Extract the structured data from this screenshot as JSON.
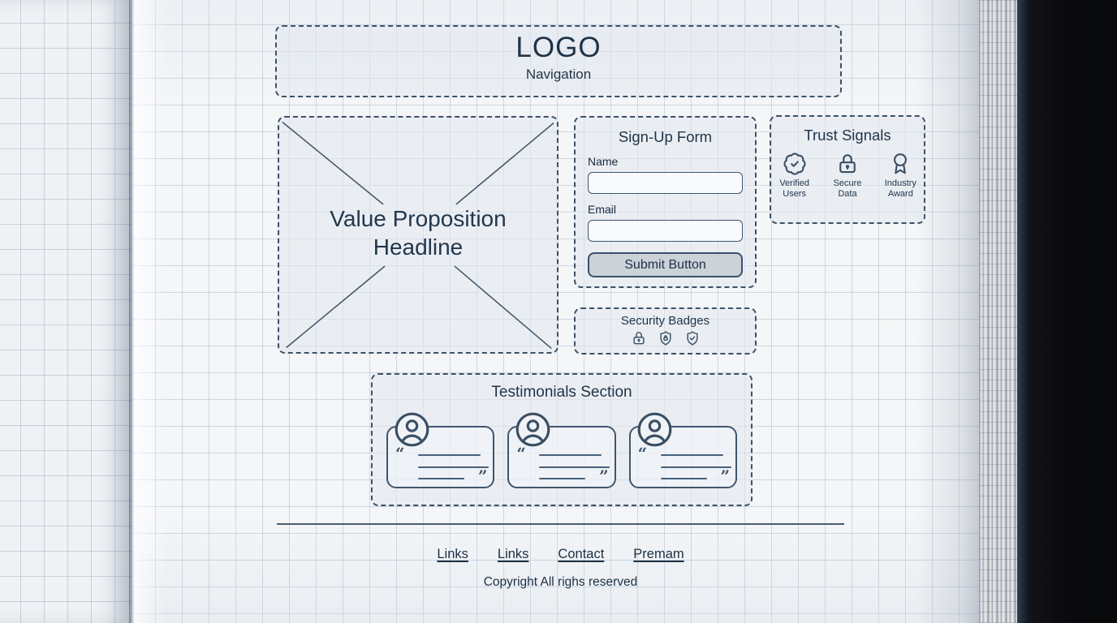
{
  "header": {
    "logo": "LOGO",
    "navigation": "Navigation"
  },
  "hero": {
    "headline": "Value Proposition Headline"
  },
  "signup": {
    "title": "Sign-Up Form",
    "fields": [
      {
        "label": "Name",
        "value": ""
      },
      {
        "label": "Email",
        "value": ""
      }
    ],
    "submit_label": "Submit Button"
  },
  "trust": {
    "title": "Trust Signals",
    "items": [
      {
        "icon": "badge-check-icon",
        "label": "Verified Users"
      },
      {
        "icon": "padlock-icon",
        "label": "Secure Data"
      },
      {
        "icon": "award-ribbon-icon",
        "label": "Industry Award"
      }
    ]
  },
  "security": {
    "title": "Security Badges",
    "badges": [
      {
        "icon": "padlock-icon"
      },
      {
        "icon": "shield-lock-icon"
      },
      {
        "icon": "shield-check-icon"
      }
    ]
  },
  "testimonials": {
    "title": "Testimonials Section",
    "card_count": 3,
    "open_quote": "“",
    "close_quote": "”"
  },
  "footer": {
    "links": [
      "Links",
      "Links",
      "Contact",
      "Premam"
    ],
    "copyright": "Copyright All righs reserved"
  },
  "colors": {
    "ink": "#22374c",
    "dashed_border": "#3d5166",
    "paper": "#f4f6f8",
    "button_fill": "#cbd2d8",
    "cover_black": "#0a0b0e"
  }
}
